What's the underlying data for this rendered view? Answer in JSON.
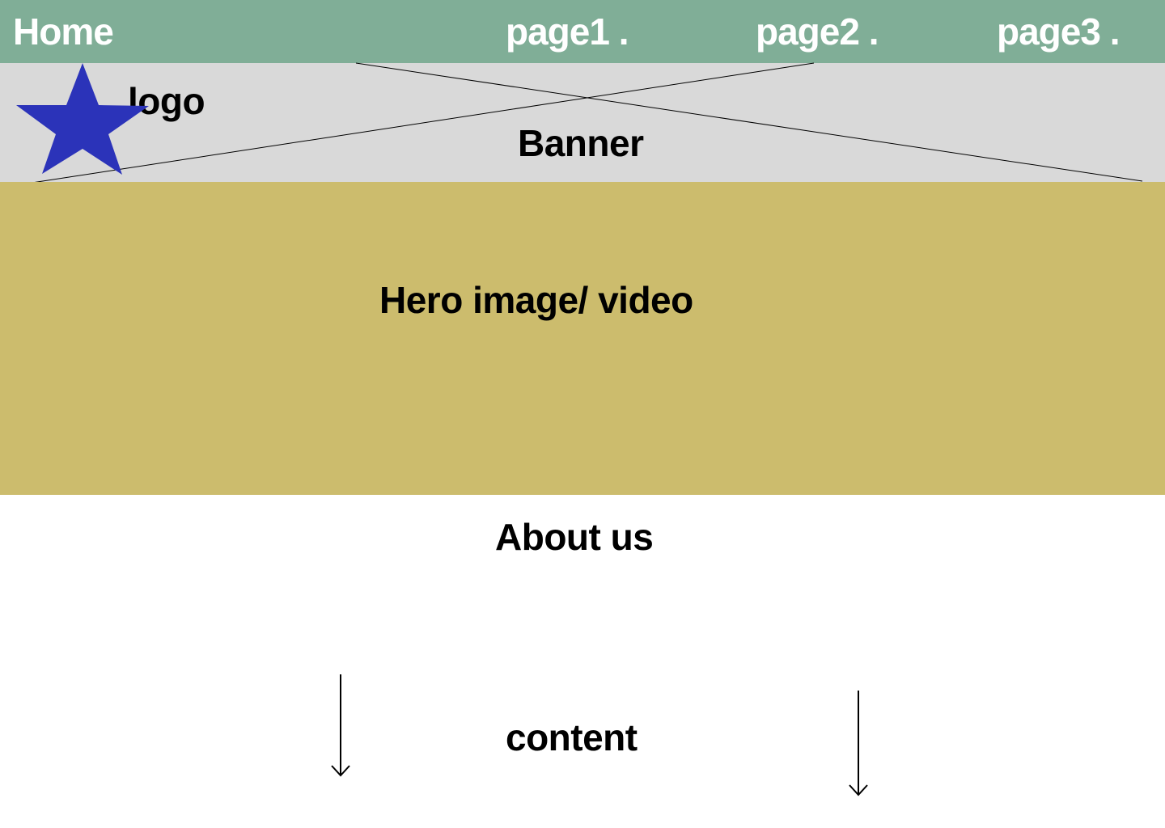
{
  "nav": {
    "home": "Home",
    "page1": "page1 .",
    "page2": "page2 .",
    "page3": "page3 ."
  },
  "banner": {
    "logo_label": "logo",
    "label": "Banner"
  },
  "hero": {
    "label": "Hero image/ video"
  },
  "about": {
    "title": "About us",
    "content_label": "content"
  },
  "colors": {
    "nav_bg": "#80ae97",
    "banner_bg": "#d9d9d9",
    "hero_bg": "#ccbc6d",
    "logo_star": "#2b33b9",
    "nav_text": "#ffffff"
  }
}
